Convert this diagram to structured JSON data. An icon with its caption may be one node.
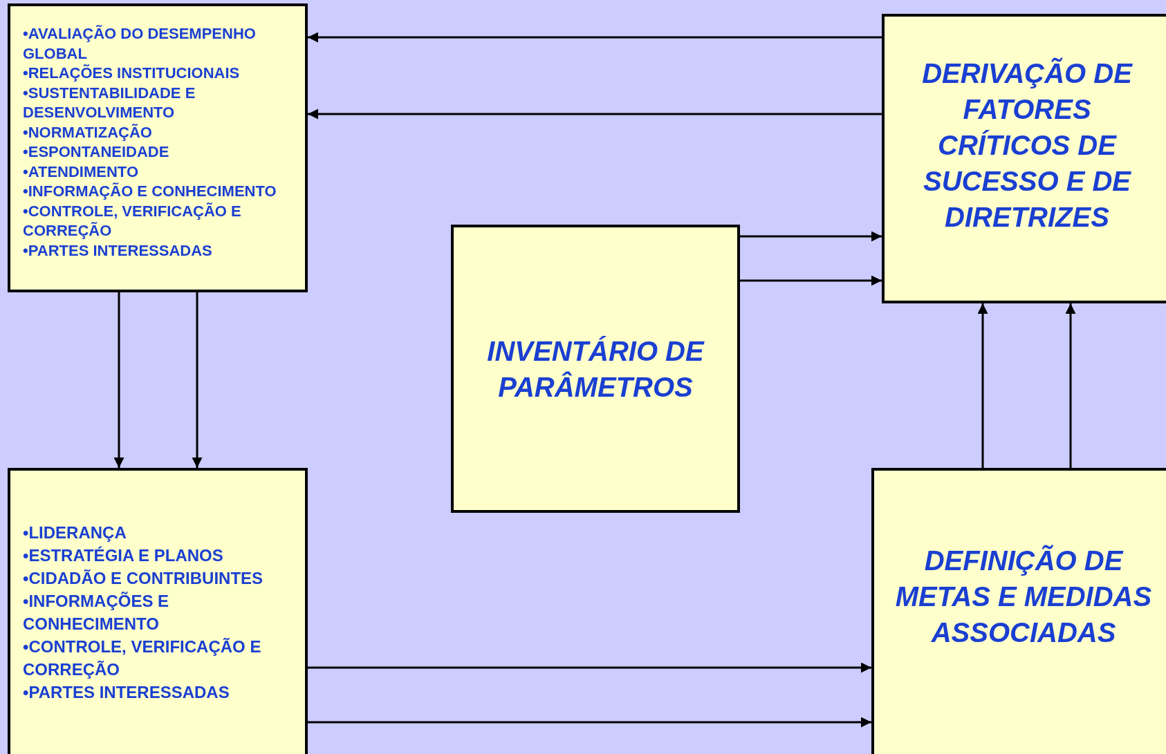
{
  "diagram": {
    "nodes": [
      {
        "text": [
          "•AVALIAÇÃO DO DESEMPENHO GLOBAL",
          "•RELAÇÕES INSTITUCIONAIS",
          "•SUSTENTABILIDADE E DESENVOLVIMENTO",
          "•NORMATIZAÇÃO",
          "•ESPONTANEIDADE",
          "•ATENDIMENTO",
          "•INFORMAÇÃO E CONHECIMENTO",
          "•CONTROLE, VERIFICAÇÃO E CORREÇÃO",
          "•PARTES INTERESSADAS"
        ]
      },
      {
        "text": [
          "DERIVAÇÃO DE FATORES CRÍTICOS DE SUCESSO E DE DIRETRIZES"
        ]
      },
      {
        "text": [
          "INVENTÁRIO DE PARÂMETROS"
        ]
      },
      {
        "text": [
          "•LIDERANÇA",
          "•ESTRATÉGIA E PLANOS",
          "•CIDADÃO E CONTRIBUINTES",
          "•INFORMAÇÕES E CONHECIMENTO",
          "•CONTROLE, VERIFICAÇÃO E CORREÇÃO",
          "•PARTES INTERESSADAS"
        ]
      },
      {
        "text": [
          "DEFINIÇÃO DE METAS E MEDIDAS ASSOCIADAS"
        ]
      }
    ],
    "edges": [
      {
        "from": 1,
        "to": 0,
        "arrow": "to"
      },
      {
        "from": 1,
        "to": 0,
        "arrow": "to"
      },
      {
        "from": 2,
        "to": 1,
        "arrow": "to"
      },
      {
        "from": 2,
        "to": 1,
        "arrow": "to"
      },
      {
        "from": 0,
        "to": 3,
        "arrow": "to"
      },
      {
        "from": 0,
        "to": 3,
        "arrow": "to"
      },
      {
        "from": 4,
        "to": 1,
        "arrow": "to"
      },
      {
        "from": 4,
        "to": 1,
        "arrow": "to"
      },
      {
        "from": 3,
        "to": 4,
        "arrow": "to"
      },
      {
        "from": 3,
        "to": 4,
        "arrow": "to"
      }
    ]
  }
}
